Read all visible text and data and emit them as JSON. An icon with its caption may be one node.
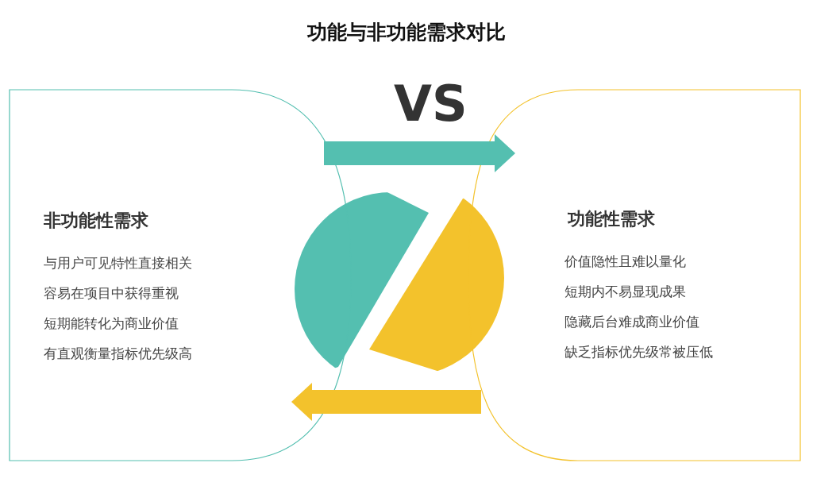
{
  "diagram": {
    "title": "功能与非功能需求对比",
    "nodes": [
      {
        "text": [
          "非功能性需求",
          "与用户可见特性直接相关",
          "容易在项目中获得重视",
          "短期能转化为商业价值",
          "有直观衡量指标优先级高"
        ]
      },
      {
        "text": [
          "功能性需求",
          "价值隐性且难以量化",
          "短期内不易显现成果",
          "隐藏后台难成商业价值",
          "缺乏指标优先级常被压低"
        ]
      }
    ],
    "edges": [
      {
        "from": 0,
        "to": 1,
        "arrow": "to",
        "color": "#54bfb0"
      },
      {
        "from": 1,
        "to": 0,
        "arrow": "to",
        "color": "#f3c22c"
      }
    ],
    "labels": [
      "VS"
    ]
  }
}
